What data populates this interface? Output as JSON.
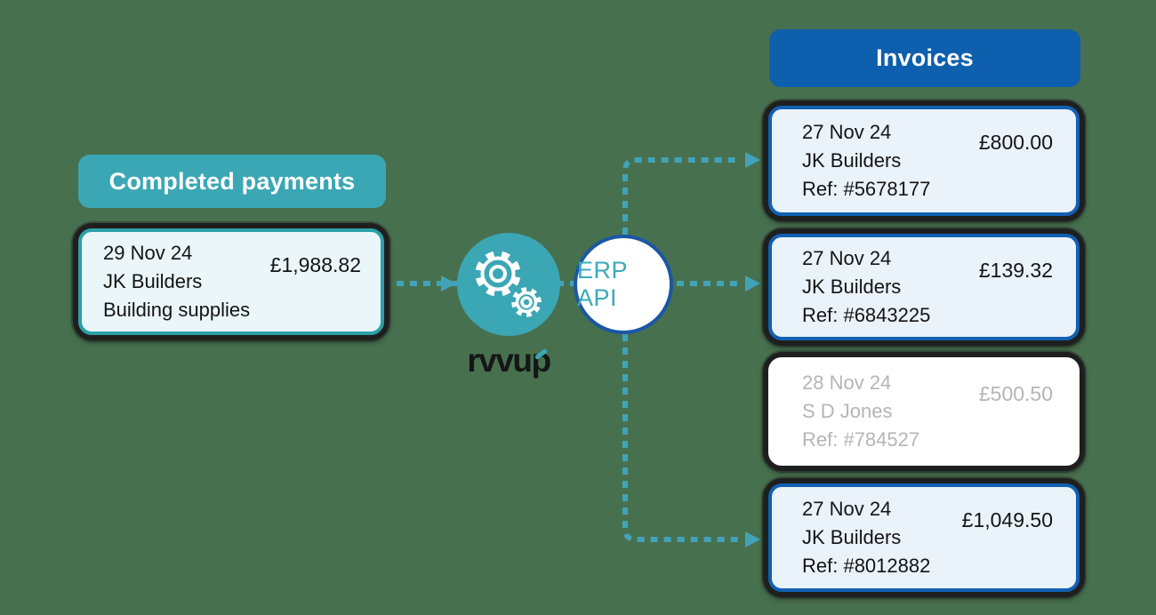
{
  "colors": {
    "background": "#47704F",
    "teal_accent": "#3BA7B5",
    "connector_teal": "#42A3B8",
    "invoices_blue": "#0E5FAD",
    "invoice_border_blue": "#1160B2",
    "sketch_border_dark": "#1F1F1F",
    "unmatched_gray": "#B5B5B5"
  },
  "payments": {
    "header_label": "Completed payments",
    "card": {
      "date": "29 Nov 24",
      "payer": "JK Builders",
      "description": "Building supplies",
      "amount": "£1,988.82"
    }
  },
  "integration": {
    "logo_text": "rvvup",
    "gears_icon": "gears-icon",
    "api_label": "ERP API"
  },
  "invoices": {
    "header_label": "Invoices",
    "cards": [
      {
        "date": "27 Nov 24",
        "payer": "JK Builders",
        "ref": "Ref: #5678177",
        "amount": "£800.00",
        "muted": false
      },
      {
        "date": "27 Nov 24",
        "payer": "JK Builders",
        "ref": "Ref: #6843225",
        "amount": "£139.32",
        "muted": false
      },
      {
        "date": "28 Nov 24",
        "payer": "S D Jones",
        "ref": "Ref: #784527",
        "amount": "£500.50",
        "muted": true
      },
      {
        "date": "27 Nov 24",
        "payer": "JK Builders",
        "ref": "Ref: #8012882",
        "amount": "£1,049.50",
        "muted": false
      }
    ]
  }
}
